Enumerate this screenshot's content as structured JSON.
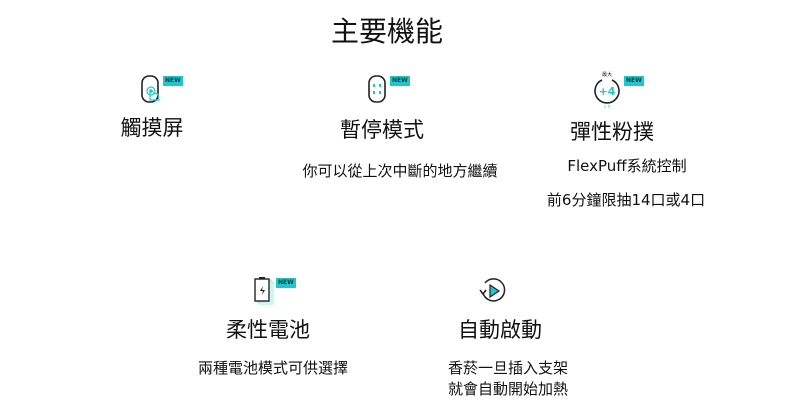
{
  "title": "主要機能",
  "badge": "NEW",
  "colors": {
    "accent": "#1fc7cc"
  },
  "features": [
    {
      "title": "觸摸屏",
      "icon": "touch-screen-icon",
      "desc": []
    },
    {
      "title": "暫停模式",
      "icon": "pause-device-icon",
      "desc": [
        "你可以從上次中斷的地方繼續"
      ]
    },
    {
      "title": "彈性粉撲",
      "icon": "plus-four-puffs-icon",
      "icon_text": {
        "top": "最大",
        "main": "+4",
        "bottom": "くち"
      },
      "desc": [
        "FlexPuff系統控制",
        "前6分鐘限抽14口或4口"
      ]
    },
    {
      "title": "柔性電池",
      "icon": "battery-icon",
      "desc": [
        "兩種電池模式可供選擇"
      ]
    },
    {
      "title": "自動啟動",
      "icon": "auto-start-icon",
      "desc": [
        "香菸一旦插入支架",
        "就會自動開始加熱"
      ]
    }
  ]
}
